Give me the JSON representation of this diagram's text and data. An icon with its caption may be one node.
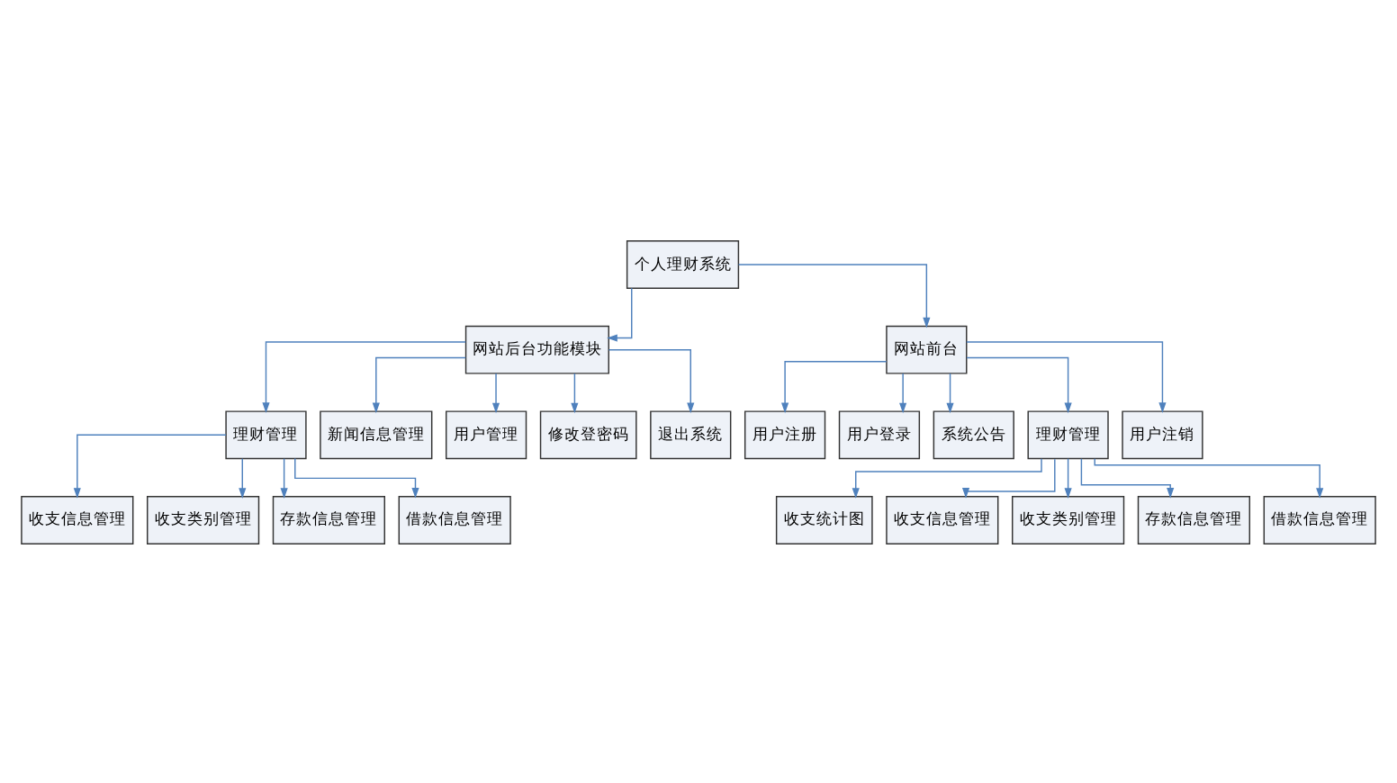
{
  "diagram": {
    "nodes": [
      {
        "text": [
          "个人理财系统"
        ]
      },
      {
        "text": [
          "网站后台功能模块"
        ]
      },
      {
        "text": [
          "网站前台"
        ]
      },
      {
        "text": [
          "理财管理"
        ]
      },
      {
        "text": [
          "新闻信息管理"
        ]
      },
      {
        "text": [
          "用户管理"
        ]
      },
      {
        "text": [
          "修改登密码"
        ]
      },
      {
        "text": [
          "退出系统"
        ]
      },
      {
        "text": [
          "收支信息管理"
        ]
      },
      {
        "text": [
          "收支类别管理"
        ]
      },
      {
        "text": [
          "存款信息管理"
        ]
      },
      {
        "text": [
          "借款信息管理"
        ]
      },
      {
        "text": [
          "用户注册"
        ]
      },
      {
        "text": [
          "用户登录"
        ]
      },
      {
        "text": [
          "系统公告"
        ]
      },
      {
        "text": [
          "理财管理"
        ]
      },
      {
        "text": [
          "用户注销"
        ]
      },
      {
        "text": [
          "收支统计图"
        ]
      },
      {
        "text": [
          "收支信息管理"
        ]
      },
      {
        "text": [
          "收支类别管理"
        ]
      },
      {
        "text": [
          "存款信息管理"
        ]
      },
      {
        "text": [
          "借款信息管理"
        ]
      }
    ],
    "edges": [
      {
        "from": 0,
        "to": 1,
        "arrow": "to"
      },
      {
        "from": 0,
        "to": 2,
        "arrow": "to"
      },
      {
        "from": 1,
        "to": 3,
        "arrow": "to"
      },
      {
        "from": 1,
        "to": 4,
        "arrow": "to"
      },
      {
        "from": 1,
        "to": 5,
        "arrow": "to"
      },
      {
        "from": 1,
        "to": 6,
        "arrow": "to"
      },
      {
        "from": 1,
        "to": 7,
        "arrow": "to"
      },
      {
        "from": 3,
        "to": 8,
        "arrow": "to"
      },
      {
        "from": 3,
        "to": 9,
        "arrow": "to"
      },
      {
        "from": 3,
        "to": 10,
        "arrow": "to"
      },
      {
        "from": 3,
        "to": 11,
        "arrow": "to"
      },
      {
        "from": 2,
        "to": 12,
        "arrow": "to"
      },
      {
        "from": 2,
        "to": 13,
        "arrow": "to"
      },
      {
        "from": 2,
        "to": 14,
        "arrow": "to"
      },
      {
        "from": 2,
        "to": 15,
        "arrow": "to"
      },
      {
        "from": 2,
        "to": 16,
        "arrow": "to"
      },
      {
        "from": 15,
        "to": 17,
        "arrow": "to"
      },
      {
        "from": 15,
        "to": 18,
        "arrow": "to"
      },
      {
        "from": 15,
        "to": 19,
        "arrow": "to"
      },
      {
        "from": 15,
        "to": 20,
        "arrow": "to"
      },
      {
        "from": 15,
        "to": 21,
        "arrow": "to"
      }
    ]
  }
}
